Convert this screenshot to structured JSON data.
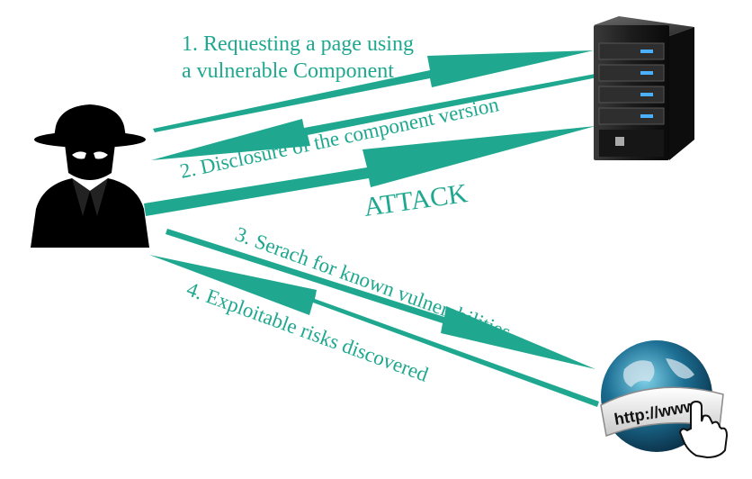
{
  "colors": {
    "arrow": "#1fa88f",
    "label": "#1fa88f",
    "hacker": "#000000",
    "background": "#ffffff"
  },
  "diagram": {
    "actors": {
      "attacker": {
        "icon": "hacker-icon"
      },
      "server": {
        "icon": "server-icon"
      },
      "internet": {
        "icon": "globe-www-icon",
        "text": "http://www."
      }
    },
    "steps": [
      {
        "id": "step1",
        "line1": "1. Requesting a page using",
        "line2": "a vulnerable Component"
      },
      {
        "id": "step2",
        "text": "2. Disclosure of the component version"
      },
      {
        "id": "attack",
        "text": "ATTACK"
      },
      {
        "id": "step3",
        "text": "3. Serach for known vulnerabilities"
      },
      {
        "id": "step4",
        "text": "4. Exploitable risks discovered"
      }
    ]
  }
}
